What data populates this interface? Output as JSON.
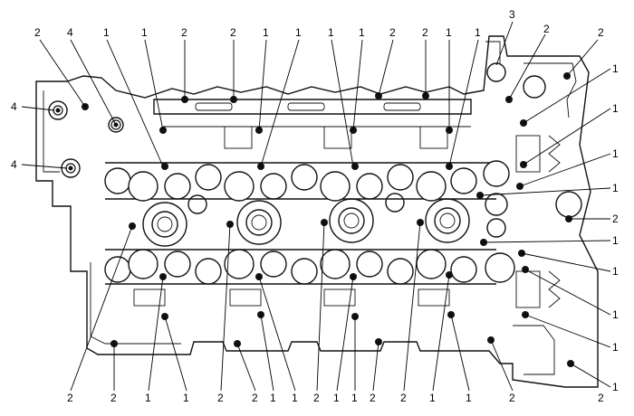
{
  "figure": {
    "callout_labels_top": [
      "2",
      "4",
      "1",
      "1",
      "2",
      "2",
      "1",
      "1",
      "1",
      "1",
      "2",
      "2",
      "1",
      "1",
      "3",
      "2",
      "2"
    ],
    "callout_labels_left": [
      "4",
      "4"
    ],
    "callout_labels_right": [
      "1",
      "1",
      "1",
      "1",
      "1",
      "2",
      "1",
      "1",
      "1",
      "1"
    ],
    "callout_labels_bottom": [
      "2",
      "2",
      "1",
      "1",
      "2",
      "2",
      "1",
      "1",
      "2",
      "1",
      "1",
      "2",
      "2",
      "1",
      "1",
      "2",
      "2"
    ]
  }
}
